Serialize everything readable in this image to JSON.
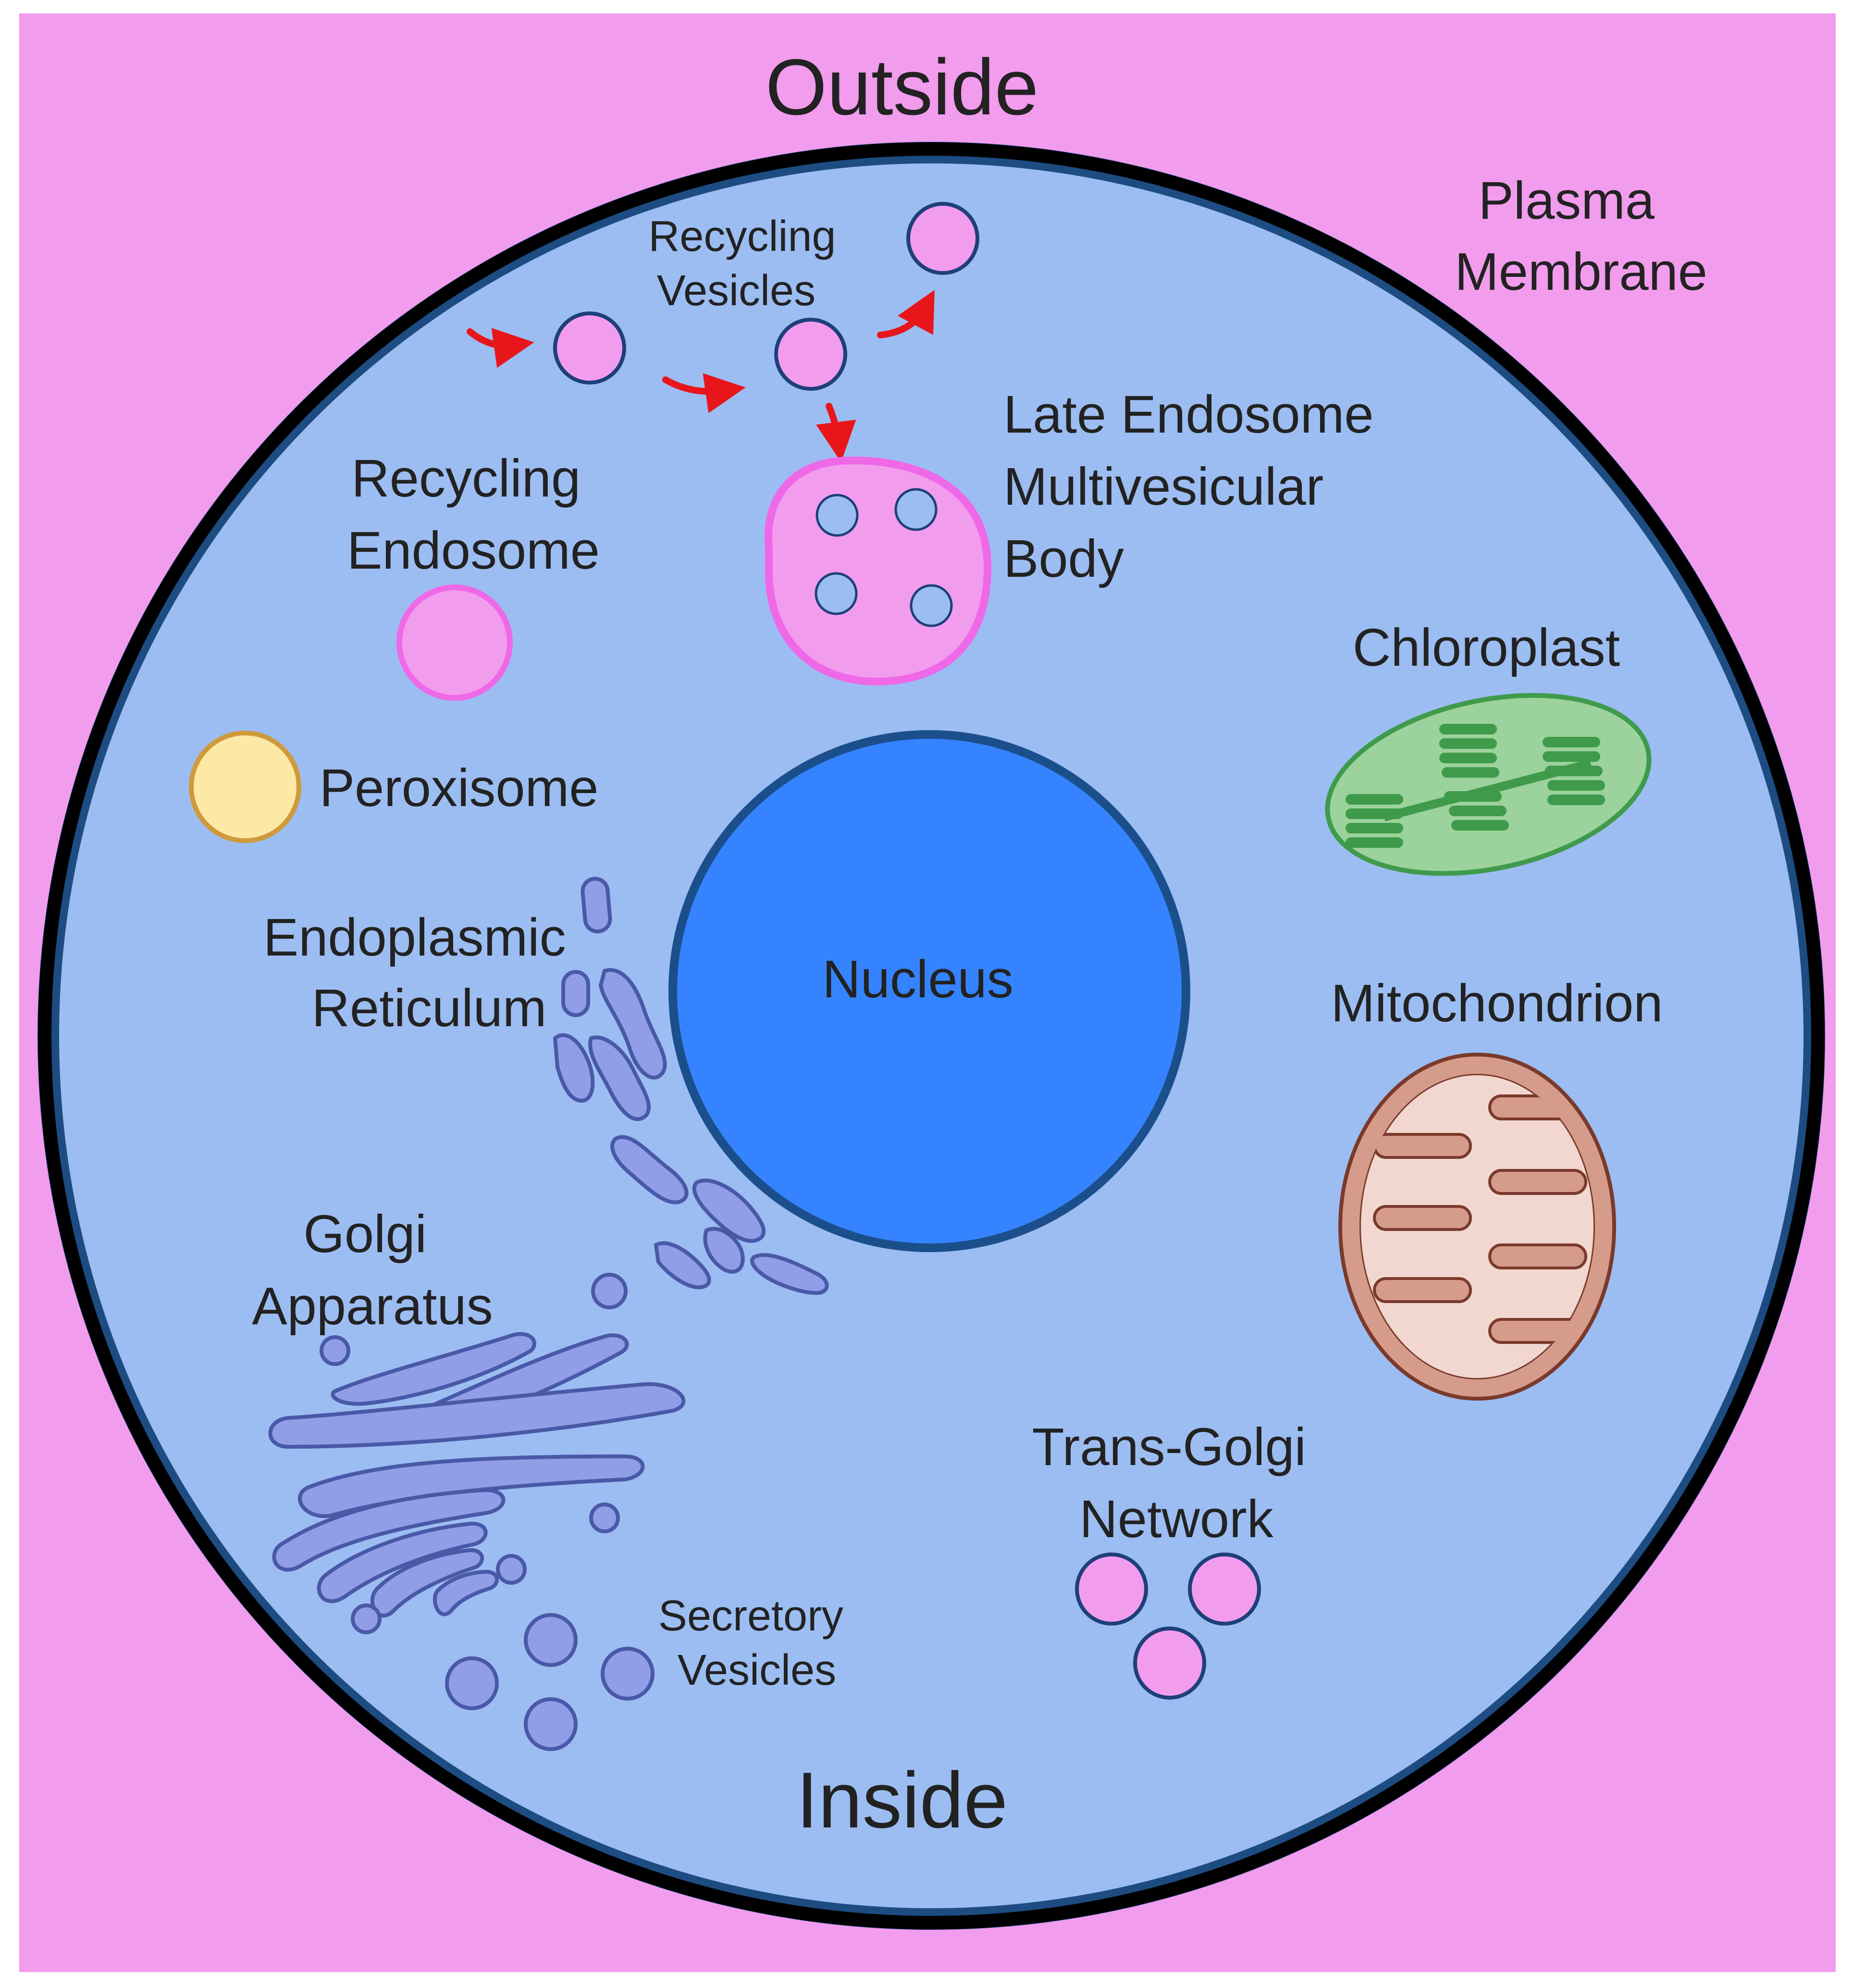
{
  "labels": {
    "outside": "Outside",
    "inside": "Inside",
    "plasma_membrane": [
      "Plasma",
      "Membrane"
    ],
    "recycling_vesicles": [
      "Recycling",
      "Vesicles"
    ],
    "late_endosome": [
      "Late Endosome",
      "Multivesicular",
      "Body"
    ],
    "recycling_endosome": [
      "Recycling",
      "Endosome"
    ],
    "peroxisome": "Peroxisome",
    "chloroplast": "Chloroplast",
    "nucleus": "Nucleus",
    "endoplasmic_reticulum": [
      "Endoplasmic",
      "Reticulum"
    ],
    "mitochondrion": "Mitochondrion",
    "golgi_apparatus": [
      "Golgi",
      "Apparatus"
    ],
    "trans_golgi_network": [
      "Trans-Golgi",
      "Network"
    ],
    "secretory_vesicles": [
      "Secretory",
      "Vesicles"
    ]
  },
  "colors": {
    "background": "#f29cee",
    "cytoplasm": "#9cbdf2",
    "membrane": "#000000",
    "membrane_edge": "#1d4c82",
    "nucleus": "#3583fe",
    "nucleus_outline": "#1b4f8c",
    "vesicle_fill": "#f29cee",
    "vesicle_outline": "#1d3f7a",
    "late_endosome_outline": "#ef68e8",
    "peroxisome_fill": "#fde9a6",
    "peroxisome_outline": "#cf9a3c",
    "chloroplast_fill": "#9cd29c",
    "chloroplast_thylakoid": "#3f9b4b",
    "mitochondrion_fill": "#d59c8c",
    "mitochondrion_inner": "#f1d7d0",
    "mitochondrion_outline": "#7a3a2b",
    "golgi_fill": "#8f9ee6",
    "golgi_outline": "#4a58a8",
    "arrow": "#e8161b"
  }
}
